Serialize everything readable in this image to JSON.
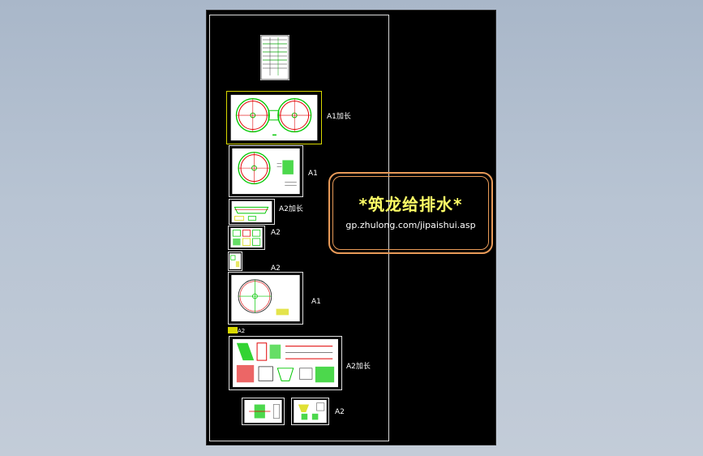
{
  "watermark": {
    "title": "*筑龙给排水*",
    "url": "gp.zhulong.com/jipaishui.asp"
  },
  "sheets": {
    "cover_label": "",
    "plan_a1_plus_label": "A1加长",
    "detail_a1_label": "A1",
    "section_a2_plus_label": "A2加长",
    "detail_a2_label": "A2",
    "small_a2_label": "A2",
    "plan_a1_label": "A1",
    "tag_a2_label": "A2",
    "detail_a2_plus_label": "A2加长",
    "bottom_a2_label": "A2"
  },
  "colors": {
    "background": "#000000",
    "drawing_border": "#ffffff",
    "watermark_border": "#e89a58",
    "watermark_title": "#ffff66",
    "cad_green": "#00c800",
    "cad_red": "#e00000",
    "cad_yellow": "#d8d800"
  }
}
